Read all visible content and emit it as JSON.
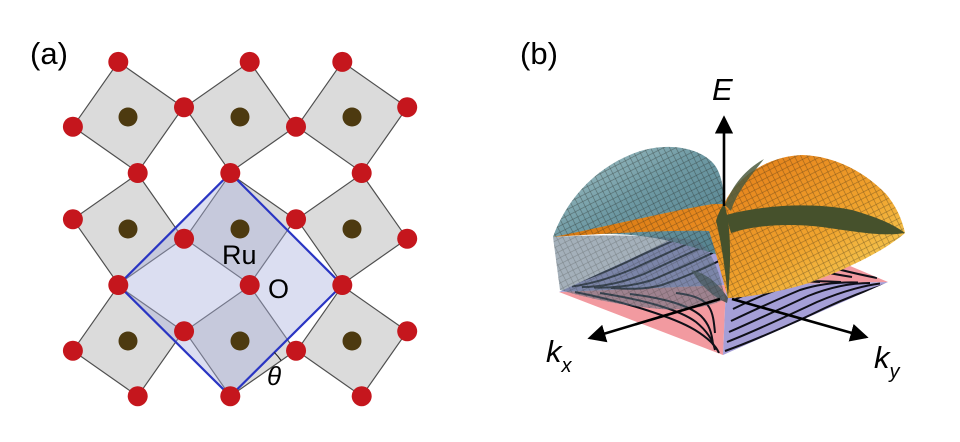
{
  "figure": {
    "panel_a": {
      "label": "(a)",
      "atom_label_ru": "Ru",
      "atom_label_o": "O",
      "angle_label": "θ"
    },
    "panel_b": {
      "label": "(b)",
      "axis_e": "E",
      "axis_kx_base": "k",
      "axis_kx_sub": "x",
      "axis_ky_base": "k",
      "axis_ky_sub": "y"
    }
  },
  "colors": {
    "red_dot": "#c5161d",
    "brown_dot": "#4d3a10",
    "square_fill": "#dbdbdb",
    "square_stroke": "#4f4f4f",
    "cell_blue": "#2a35c3",
    "cell_fill": "#aab0dd",
    "teal_surface": "#6f9aa4",
    "teal_surface_light": "#a9c6c9",
    "teal_surface_dark": "#52808d",
    "orange_surface": "#e8891f",
    "orange_surface_dark": "#c96d08",
    "yellow_surface": "#f6d05a",
    "olive_overlap": "#46512c",
    "plane_pink": "#f29aa0",
    "plane_lavender": "#a59fd7",
    "contour": "#101018"
  }
}
